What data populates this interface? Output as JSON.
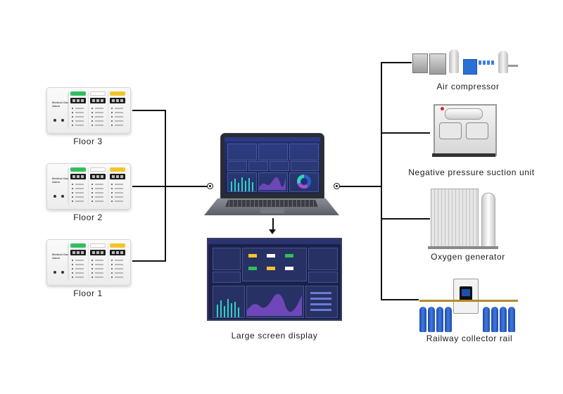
{
  "left_nodes": [
    {
      "label": "Floor 3"
    },
    {
      "label": "Floor 2"
    },
    {
      "label": "Floor 1"
    }
  ],
  "center": {
    "display_label": "Large screen display"
  },
  "right_nodes": [
    {
      "label": "Air compressor"
    },
    {
      "label": "Negative pressure suction unit"
    },
    {
      "label": "Oxygen generator"
    },
    {
      "label": "Railway collector rail"
    }
  ],
  "colors": {
    "line": "#111111",
    "screen_bg": "#1c2148",
    "accent_green": "#2fbf5b",
    "accent_yellow": "#f2c52a",
    "cylinder_blue": "#2a5fc6"
  }
}
